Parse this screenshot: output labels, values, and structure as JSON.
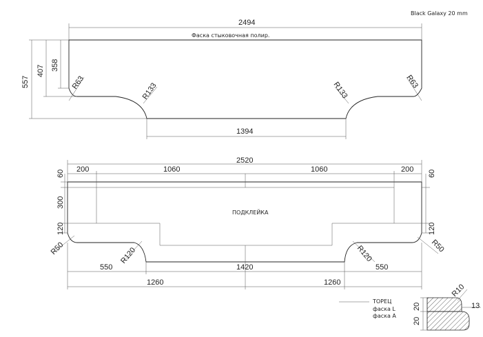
{
  "title": "Black Galaxy 20 mm",
  "top_part": {
    "note": "Фаска стыковочная полир.",
    "dims": {
      "width_total": "2494",
      "depth_total": "557",
      "depth_mid": "407",
      "depth_inner": "358",
      "bottom_width": "1394",
      "r_outer_left": "R63",
      "r_outer_right": "R63",
      "r_inner_left": "R133",
      "r_inner_right": "R133"
    }
  },
  "bottom_part": {
    "label": "ПОДКЛЕЙКА",
    "dims": {
      "width_total": "2520",
      "seg_left": "200",
      "seg_mid_left": "1060",
      "seg_mid_right": "1060",
      "seg_right": "200",
      "edge_top_left": "60",
      "edge_top_right": "60",
      "depth_300": "300",
      "depth_120_left": "120",
      "depth_120_right": "120",
      "r50_left": "R50",
      "r50_right": "R50",
      "r120_left": "R120",
      "r120_right": "R120",
      "span_550_left": "550",
      "span_550_right": "550",
      "bottom_width": "1420",
      "half_left": "1260",
      "half_right": "1260"
    }
  },
  "legend": {
    "line1": "ТОРЕЦ",
    "line2": "фаска L",
    "line3": "фаска А"
  },
  "profile": {
    "radius": "R10",
    "offset": "13",
    "height_top": "20",
    "height_bottom": "20"
  }
}
